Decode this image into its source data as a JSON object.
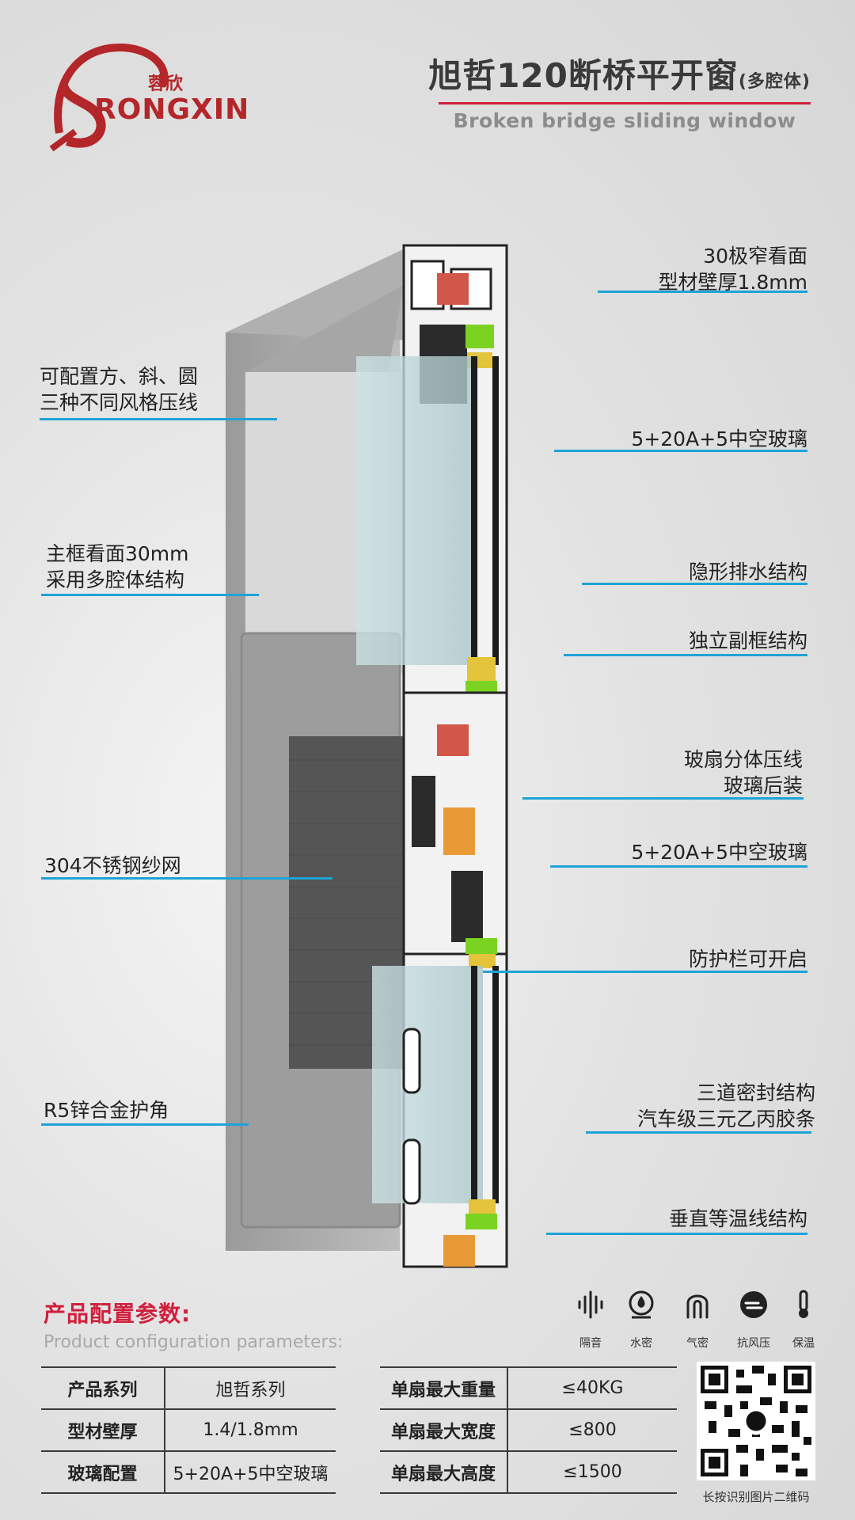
{
  "logo": {
    "brand_cn": "蓉欣",
    "brand_en": "RONGXIN"
  },
  "title": {
    "main": "旭哲120断桥平开窗",
    "suffix": "(多腔体)",
    "subtitle_en": "Broken bridge sliding window"
  },
  "callouts": {
    "c1_l1": "30极窄看面",
    "c1_l2": "型材壁厚1.8mm",
    "c2_l1": "可配置方、斜、圆",
    "c2_l2": "三种不同风格压线",
    "c3": "5+20A+5中空玻璃",
    "c4_l1": "主框看面30mm",
    "c4_l2": "采用多腔体结构",
    "c5": "隐形排水结构",
    "c6": "独立副框结构",
    "c7_l1": "玻扇分体压线",
    "c7_l2": "玻璃后装",
    "c8": "304不锈钢纱网",
    "c9": "5+20A+5中空玻璃",
    "c10": "防护栏可开启",
    "c11": "R5锌合金护角",
    "c12_l1": "三道密封结构",
    "c12_l2": "汽车级三元乙丙胶条",
    "c13": "垂直等温线结构"
  },
  "params": {
    "title_cn": "产品配置参数:",
    "title_en": "Product configuration parameters:",
    "left": [
      {
        "key": "产品系列",
        "value": "旭哲系列"
      },
      {
        "key": "型材壁厚",
        "value": "1.4/1.8mm"
      },
      {
        "key": "玻璃配置",
        "value": "5+20A+5中空玻璃"
      }
    ],
    "right": [
      {
        "key": "单扇最大重量",
        "value": "≤40KG"
      },
      {
        "key": "单扇最大宽度",
        "value": "≤800"
      },
      {
        "key": "单扇最大高度",
        "value": "≤1500"
      }
    ]
  },
  "features": {
    "f1": {
      "label": "隔音",
      "icon": "sound-insulation-icon"
    },
    "f2": {
      "label": "水密",
      "icon": "water-tightness-icon"
    },
    "f3": {
      "label": "气密",
      "icon": "air-tightness-icon"
    },
    "f4": {
      "label": "抗风压",
      "icon": "wind-pressure-icon"
    },
    "f5": {
      "label": "保温",
      "icon": "thermal-insulation-icon"
    }
  },
  "qr": {
    "caption": "长按识别图片二维码"
  },
  "colors": {
    "accent_red": "#d01f3c",
    "leader_blue": "#1ea3d6",
    "brand_red": "#b3262a"
  }
}
